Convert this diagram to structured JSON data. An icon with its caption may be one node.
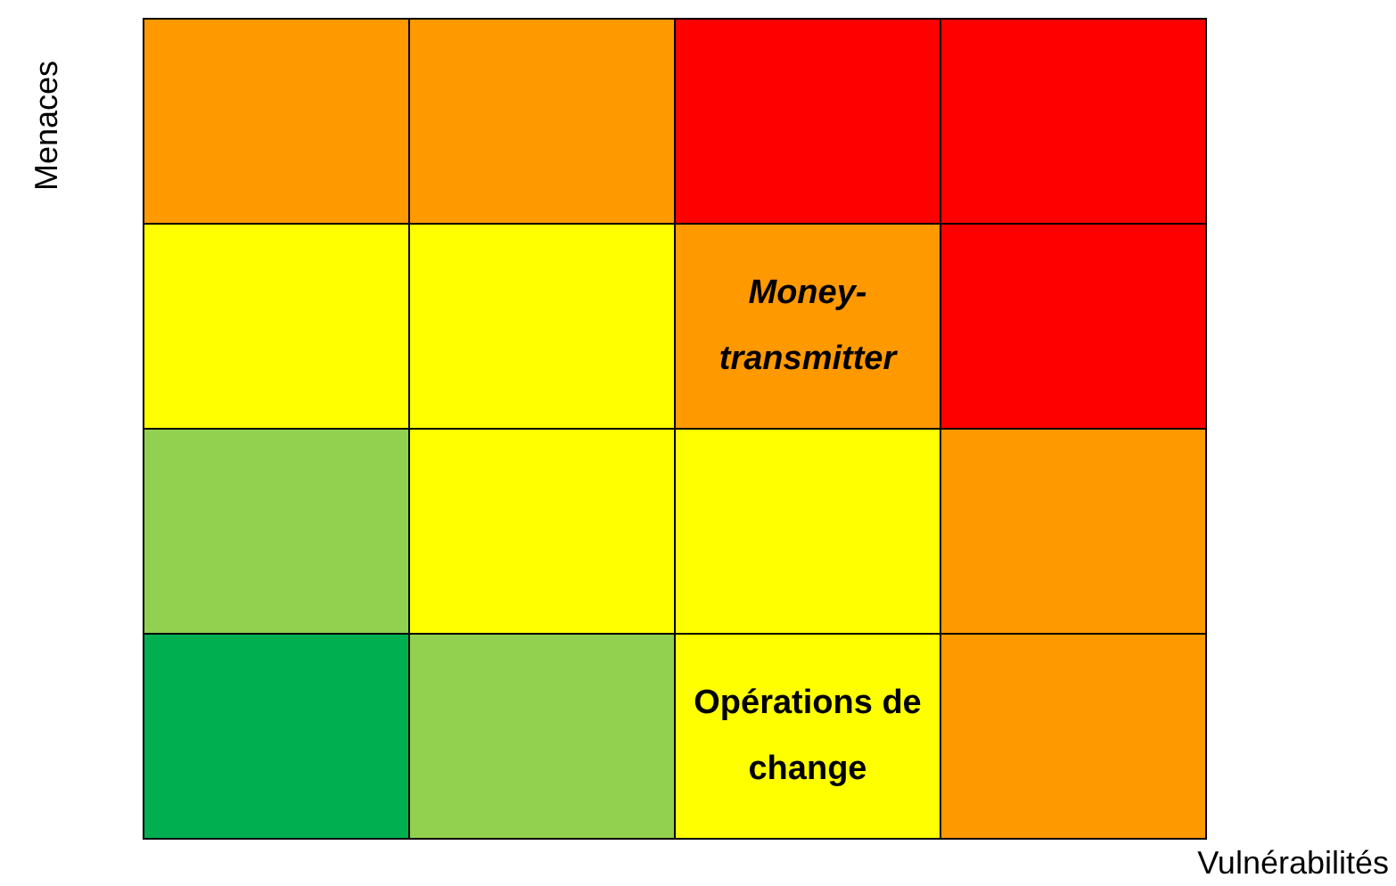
{
  "diagram": {
    "nodes": [
      {
        "text": [],
        "shape": "box"
      },
      {
        "text": [],
        "shape": "box"
      },
      {
        "text": [],
        "shape": "box"
      },
      {
        "text": [],
        "shape": "box"
      },
      {
        "text": [],
        "shape": "box"
      },
      {
        "text": [],
        "shape": "box"
      },
      {
        "text": [
          "Money-transmitter"
        ]
      },
      {
        "text": [],
        "shape": "box"
      },
      {
        "text": [],
        "shape": "box"
      },
      {
        "text": [],
        "shape": "box"
      },
      {
        "text": [],
        "shape": "box"
      },
      {
        "text": [],
        "shape": "box"
      },
      {
        "text": [],
        "shape": "box"
      },
      {
        "text": [],
        "shape": "box"
      },
      {
        "text": [
          "Opérations de change"
        ]
      },
      {
        "text": [],
        "shape": "box"
      }
    ],
    "edges": [],
    "labels": [
      "Menaces",
      "Vulnérabilités"
    ]
  }
}
